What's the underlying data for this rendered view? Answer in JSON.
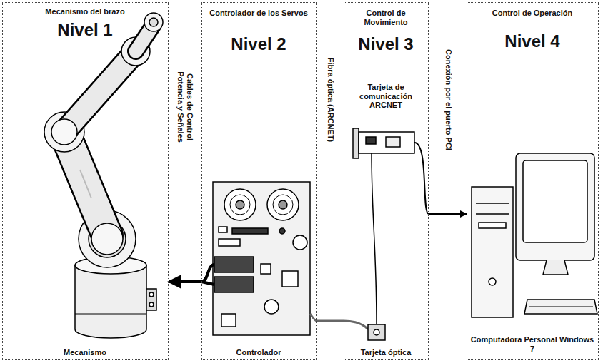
{
  "diagram": {
    "nodes": [
      {
        "text": [
          "Mecanismo del brazo",
          "Nivel 1",
          "Mecanismo"
        ]
      },
      {
        "text": [
          "Controlador de los Servos",
          "Nivel 2",
          "Controlador"
        ]
      },
      {
        "text": [
          "Control de Movimiento",
          "Nivel 3",
          "Tarjeta de comunicación ARCNET",
          "Tarjeta óptica"
        ]
      },
      {
        "text": [
          "Control de Operación",
          "Nivel 4",
          "Computadora Personal Windows 7"
        ]
      }
    ],
    "edges": [
      {
        "from": 1,
        "to": 0,
        "arrow": "to",
        "label": "Cables de Control Potencia y Señales"
      },
      {
        "from": 1,
        "to": 2,
        "arrow": "none",
        "label": "Fibra óptica (ARCNET)"
      },
      {
        "from": 2,
        "to": 3,
        "arrow": "to",
        "label": "Conexión por el puerto PCI"
      }
    ]
  }
}
